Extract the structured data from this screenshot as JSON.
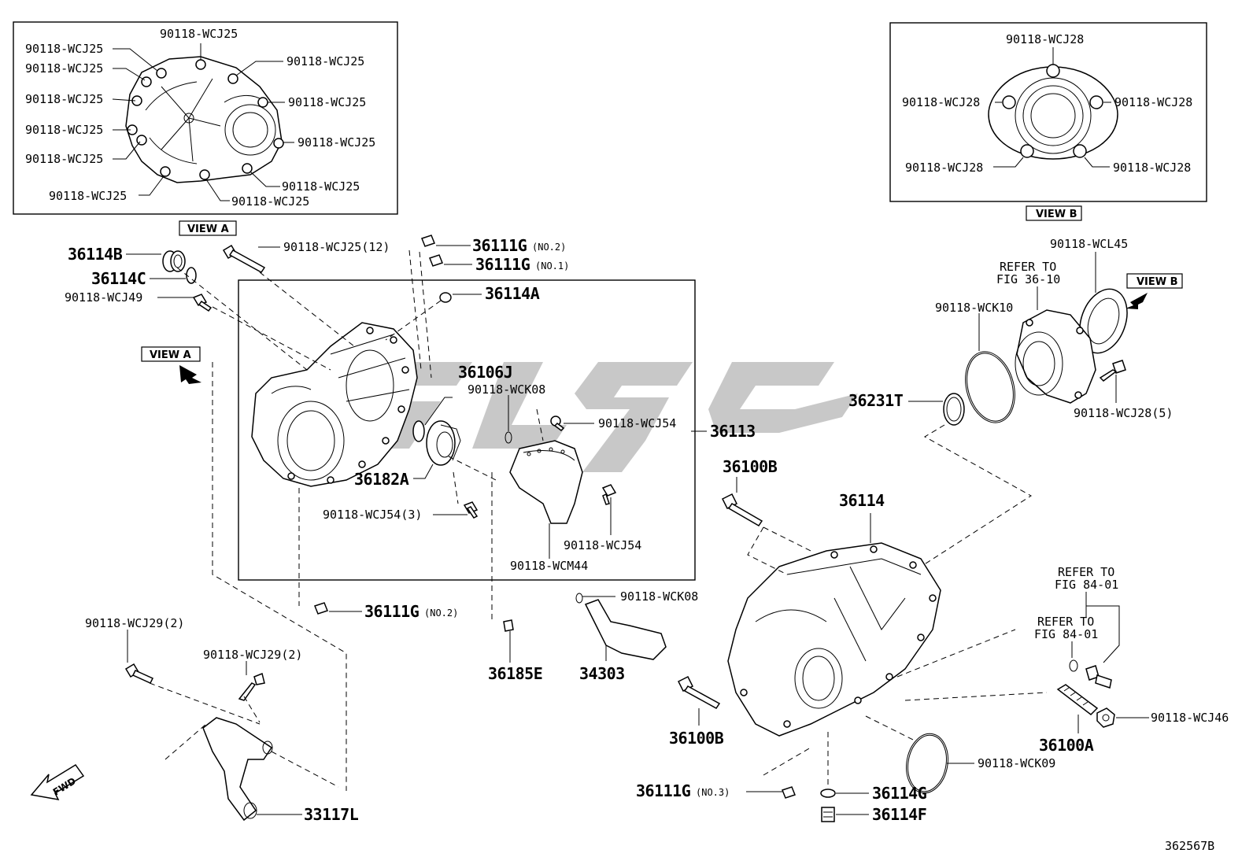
{
  "diagram_id": "362567B",
  "view_a": {
    "title": "VIEW A",
    "bolts": [
      {
        "label": "90118-WCJ25"
      },
      {
        "label": "90118-WCJ25"
      },
      {
        "label": "90118-WCJ25"
      },
      {
        "label": "90118-WCJ25"
      },
      {
        "label": "90118-WCJ25"
      },
      {
        "label": "90118-WCJ25"
      },
      {
        "label": "90118-WCJ25"
      },
      {
        "label": "90118-WCJ25"
      },
      {
        "label": "90118-WCJ25"
      },
      {
        "label": "90118-WCJ25"
      },
      {
        "label": "90118-WCJ25"
      },
      {
        "label": "90118-WCJ25"
      }
    ]
  },
  "view_b": {
    "title": "VIEW B",
    "bolts": [
      {
        "label": "90118-WCJ28"
      },
      {
        "label": "90118-WCJ28"
      },
      {
        "label": "90118-WCJ28"
      },
      {
        "label": "90118-WCJ28"
      },
      {
        "label": "90118-WCJ28"
      }
    ]
  },
  "view_tags": {
    "view_a_1": "VIEW A",
    "view_a_2": "VIEW A",
    "view_b_1": "VIEW B"
  },
  "refer": {
    "r1_a": "REFER TO",
    "r1_b": "FIG 36-10",
    "r2_a": "REFER TO",
    "r2_b": "FIG 84-01",
    "r3_a": "REFER TO",
    "r3_b": "FIG 84-01"
  },
  "parts": {
    "p36114B": "36114B",
    "p36114C": "36114C",
    "p90118WCJ49": "90118-WCJ49",
    "p90118WCJ25_12": "90118-WCJ25(12)",
    "p36111G_no2_top": "36111G",
    "p36111G_no2_top_sfx": "(NO.2)",
    "p36111G_no1": "36111G",
    "p36111G_no1_sfx": "(NO.1)",
    "p36114A": "36114A",
    "p36106J": "36106J",
    "p90118WCK08_a": "90118-WCK08",
    "p90118WCJ54_a": "90118-WCJ54",
    "p36113": "36113",
    "p36182A": "36182A",
    "p90118WCJ54_3": "90118-WCJ54(3)",
    "p90118WCJ54_b": "90118-WCJ54",
    "p90118WCM44": "90118-WCM44",
    "p36111G_no2_mid": "36111G",
    "p36111G_no2_mid_sfx": "(NO.2)",
    "p90118WCK08_b": "90118-WCK08",
    "p36185E": "36185E",
    "p34303": "34303",
    "p90118WCJ29_2a": "90118-WCJ29(2)",
    "p90118WCJ29_2b": "90118-WCJ29(2)",
    "p33117L": "33117L",
    "p90118WCL45": "90118-WCL45",
    "p90118WCK10": "90118-WCK10",
    "p36231T": "36231T",
    "p90118WCJ28_5": "90118-WCJ28(5)",
    "p36100B_top": "36100B",
    "p36114": "36114",
    "p36100B_bot": "36100B",
    "p36111G_no3": "36111G",
    "p36111G_no3_sfx": "(NO.3)",
    "p36114G": "36114G",
    "p36114F": "36114F",
    "p90118WCK09": "90118-WCK09",
    "p36100A": "36100A",
    "p90118WCJ46": "90118-WCJ46"
  },
  "fwd_label": "FWD"
}
